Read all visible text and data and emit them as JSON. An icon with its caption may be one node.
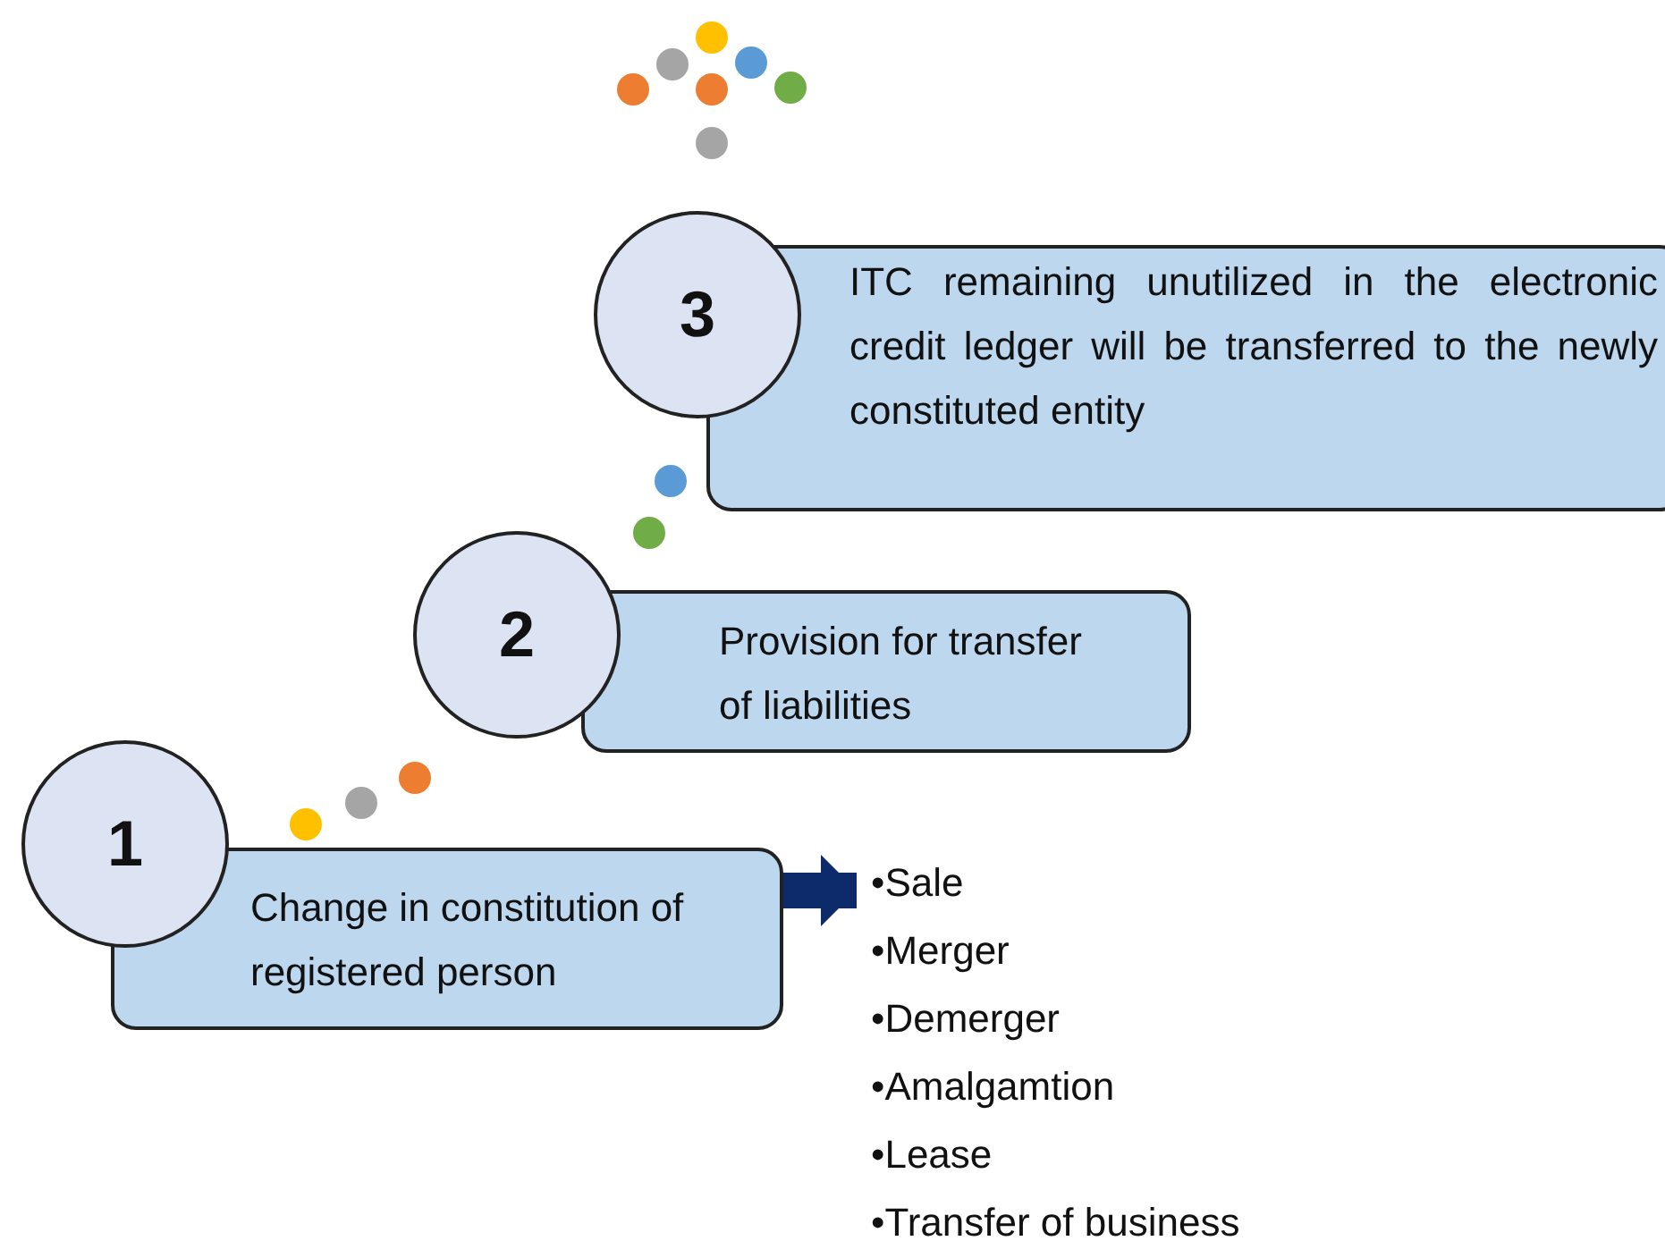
{
  "diagram": {
    "nodes": [
      {
        "text": [
          "1",
          "Change in constitution of registered person"
        ]
      },
      {
        "text": [
          "2",
          "Provision for transfer of liabilities"
        ]
      },
      {
        "text": [
          "3",
          "ITC remaining unutilized in the electronic credit ledger will be transferred to the newly constituted entity"
        ]
      },
      {
        "text": [
          "•Sale",
          "•Merger",
          "•Demerger",
          "•Amalgamtion",
          "•Lease",
          "•Transfer of business"
        ]
      }
    ],
    "edges": [
      {
        "from": 0,
        "to": 3,
        "arrow": "to"
      }
    ]
  }
}
